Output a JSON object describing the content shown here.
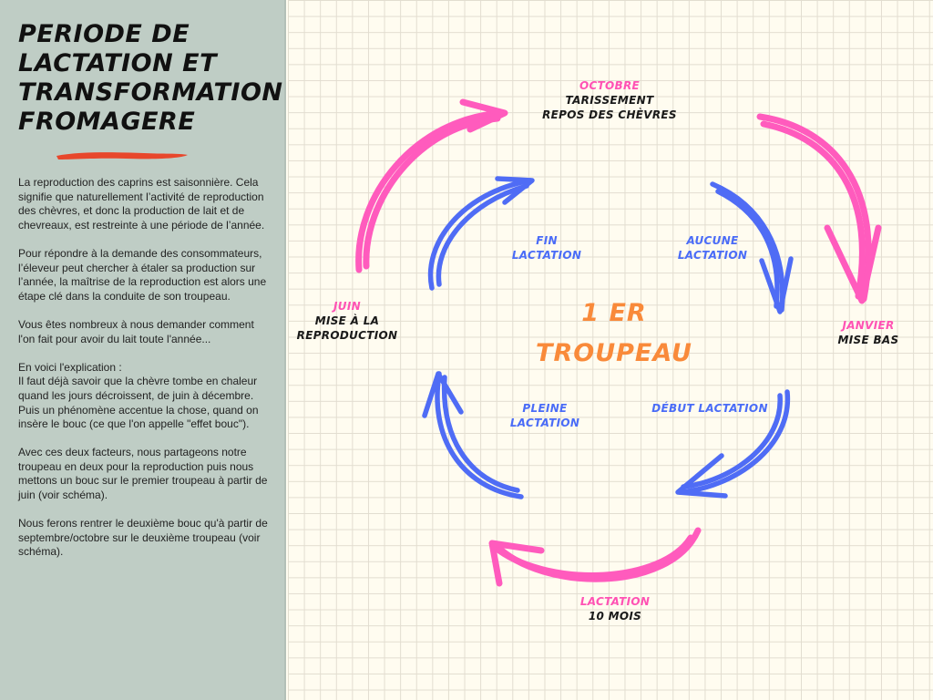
{
  "sidebar": {
    "title_lines": [
      "PERIODE DE",
      "LACTATION ET",
      "TRANSFORMATION",
      "FROMAGERE"
    ],
    "accent_color": "#e8472c",
    "paragraphs": [
      "La reproduction des caprins est saisonnière. Cela signifie que naturellement l’activité de reproduction des chèvres, et donc la production de lait et de chevreaux, est restreinte à une période de l’année.",
      "Pour répondre à la demande des consommateurs, l’éleveur peut chercher à étaler sa production sur l’année, la maîtrise de la reproduction est alors une étape clé dans la conduite de son troupeau.",
      "Vous êtes nombreux à nous demander comment l'on fait pour avoir du lait toute l'année...",
      "En voici l'explication :\nIl faut déjà savoir que la chèvre tombe en chaleur quand les jours décroissent, de juin à décembre.\nPuis un phénomène accentue la chose, quand on insère le bouc (ce que l'on appelle \"effet bouc\").",
      "Avec ces deux facteurs, nous partageons notre troupeau en deux pour la reproduction puis nous mettons un bouc sur le premier troupeau à partir de juin (voir schéma).",
      "Nous ferons rentrer le deuxième bouc qu'à partir de septembre/octobre sur le deuxième troupeau (voir schéma)."
    ]
  },
  "diagram": {
    "colors": {
      "outer": "#ff5bbd",
      "inner": "#4f6cf5",
      "center": "#f98a3a",
      "grid": "#e2ddd0"
    },
    "center": {
      "line1": "1 ER",
      "line2": "TROUPEAU"
    },
    "outer_labels": {
      "octobre": {
        "month": "OCTOBRE",
        "lines": [
          "TARISSEMENT",
          "REPOS DES CHÈVRES"
        ]
      },
      "janvier": {
        "month": "JANVIER",
        "lines": [
          "MISE BAS"
        ]
      },
      "lactation": {
        "month": "LACTATION",
        "lines": [
          "10 MOIS"
        ]
      },
      "juin": {
        "month": "JUIN",
        "lines": [
          "MISE À LA",
          "REPRODUCTION"
        ]
      }
    },
    "inner_labels": {
      "fin": [
        "FIN",
        "LACTATION"
      ],
      "aucune": [
        "AUCUNE",
        "LACTATION"
      ],
      "debut": [
        "DÉBUT LACTATION"
      ],
      "pleine": [
        "PLEINE",
        "LACTATION"
      ]
    }
  }
}
